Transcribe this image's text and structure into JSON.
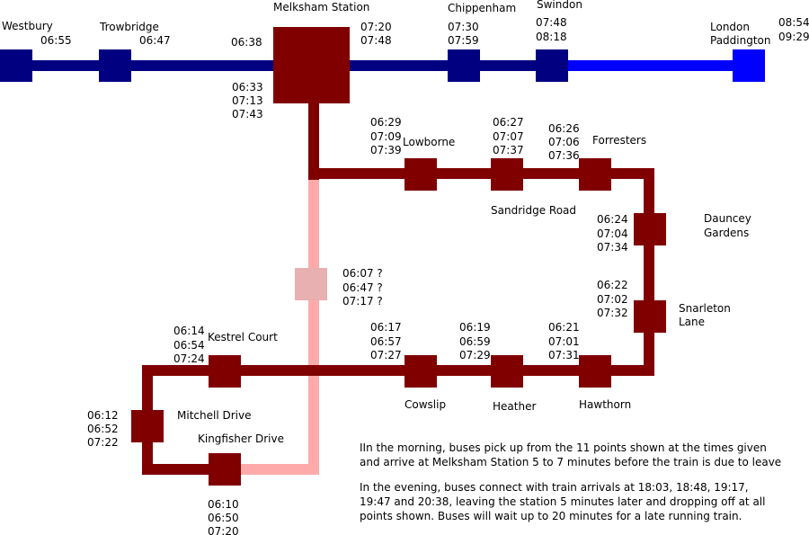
{
  "colors": {
    "rail_navy": "#000080",
    "rail_blue": "#0000ff",
    "bus": "#800000",
    "bus_optional": "#ffaaaa",
    "stop_optional": "#e8b0b0"
  },
  "rail": {
    "westbury": {
      "name": "Westbury",
      "times": [
        "06:55"
      ]
    },
    "trowbridge": {
      "name": "Trowbridge",
      "times": [
        "06:47"
      ]
    },
    "melksham": {
      "name": "Melksham Station",
      "west_times": [
        "06:38"
      ],
      "east_times": [
        "07:20",
        "07:48"
      ],
      "bus_times": [
        "06:33",
        "07:13",
        "07:43"
      ]
    },
    "chippenham": {
      "name": "Chippenham",
      "times": [
        "07:30",
        "07:59"
      ]
    },
    "swindon": {
      "name": "Swindon",
      "times": [
        "07:48",
        "08:18"
      ]
    },
    "london": {
      "name": [
        "London",
        "Paddington"
      ],
      "times": [
        "08:54",
        "09:29"
      ]
    }
  },
  "bus": {
    "lowborne": {
      "name": "Lowborne",
      "times": [
        "06:29",
        "07:09",
        "07:39"
      ]
    },
    "sandridge": {
      "name": "Sandridge Road",
      "times": [
        "06:27",
        "07:07",
        "07:37"
      ]
    },
    "forresters": {
      "name": "Forresters",
      "times": [
        "06:26",
        "07:06",
        "07:36"
      ]
    },
    "dauncey": {
      "name": [
        "Dauncey",
        "Gardens"
      ],
      "times": [
        "06:24",
        "07:04",
        "07:34"
      ]
    },
    "snarleton": {
      "name": [
        "Snarleton",
        "Lane"
      ],
      "times": [
        "06:22",
        "07:02",
        "07:32"
      ]
    },
    "hawthorn": {
      "name": "Hawthorn",
      "times": [
        "06:21",
        "07:01",
        "07:31"
      ]
    },
    "heather": {
      "name": "Heather",
      "times": [
        "06:19",
        "06:59",
        "07:29"
      ]
    },
    "cowslip": {
      "name": "Cowslip",
      "times": [
        "06:17",
        "06:57",
        "07:27"
      ]
    },
    "kestrel": {
      "name": "Kestrel Court",
      "times": [
        "06:14",
        "06:54",
        "07:24"
      ]
    },
    "mitchell": {
      "name": "Mitchell Drive",
      "times": [
        "06:12",
        "06:52",
        "07:22"
      ]
    },
    "kingfisher": {
      "name": "Kingfisher Drive",
      "times": [
        "06:10",
        "06:50",
        "07:20"
      ]
    },
    "optional": {
      "times": [
        "06:07 ?",
        "06:47 ?",
        "07:17 ?"
      ]
    }
  },
  "notes": {
    "morning": [
      "IIn the morning, buses pick up from the 11 points shown at the times given",
      "and arrive at Melksham Station 5 to 7 minutes before the train is due to leave"
    ],
    "evening": [
      "In the evening, buses connect with train arrivals at 18:03, 18:48, 19:17,",
      "19:47 and 20:38, leaving the station 5 minutes later and dropping off at all",
      "points shown. Buses will wait up to 20 minutes for a late running train."
    ]
  }
}
